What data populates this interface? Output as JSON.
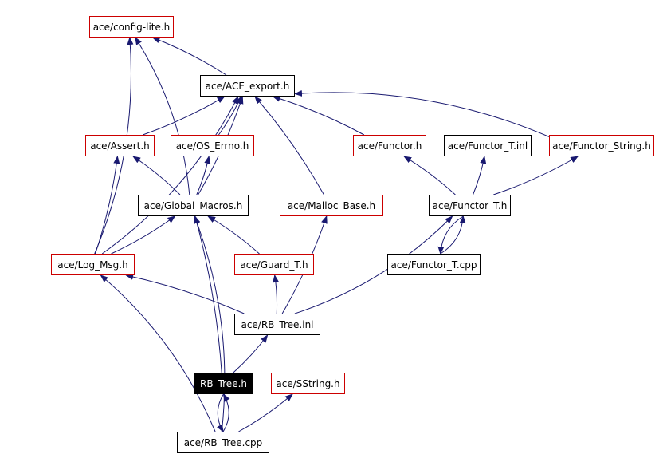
{
  "colors": {
    "edge": "#191970",
    "border_link": "#cc0000",
    "border_local": "#000000",
    "current_fill": "#000000",
    "current_text": "#ffffff"
  },
  "nodes": {
    "config_lite": {
      "label": "ace/config-lite.h",
      "border": "red"
    },
    "ace_export": {
      "label": "ace/ACE_export.h",
      "border": "black"
    },
    "assert": {
      "label": "ace/Assert.h",
      "border": "red"
    },
    "os_errno": {
      "label": "ace/OS_Errno.h",
      "border": "red"
    },
    "functor": {
      "label": "ace/Functor.h",
      "border": "red"
    },
    "functor_t_inl": {
      "label": "ace/Functor_T.inl",
      "border": "black"
    },
    "functor_string": {
      "label": "ace/Functor_String.h",
      "border": "red"
    },
    "global_macros": {
      "label": "ace/Global_Macros.h",
      "border": "black"
    },
    "malloc_base": {
      "label": "ace/Malloc_Base.h",
      "border": "red"
    },
    "functor_t_h": {
      "label": "ace/Functor_T.h",
      "border": "black"
    },
    "log_msg": {
      "label": "ace/Log_Msg.h",
      "border": "red"
    },
    "guard_t": {
      "label": "ace/Guard_T.h",
      "border": "red"
    },
    "functor_t_cpp": {
      "label": "ace/Functor_T.cpp",
      "border": "black"
    },
    "rb_tree_inl": {
      "label": "ace/RB_Tree.inl",
      "border": "black"
    },
    "rb_tree_h": {
      "label": "RB_Tree.h",
      "border": "current"
    },
    "sstring": {
      "label": "ace/SString.h",
      "border": "red"
    },
    "rb_tree_cpp": {
      "label": "ace/RB_Tree.cpp",
      "border": "black"
    }
  },
  "edges": [
    [
      "ace_export",
      "config_lite"
    ],
    [
      "global_macros",
      "config_lite"
    ],
    [
      "log_msg",
      "config_lite"
    ],
    [
      "assert",
      "ace_export"
    ],
    [
      "os_errno",
      "ace_export"
    ],
    [
      "global_macros",
      "ace_export"
    ],
    [
      "log_msg",
      "ace_export"
    ],
    [
      "malloc_base",
      "ace_export"
    ],
    [
      "functor",
      "ace_export"
    ],
    [
      "functor_string",
      "ace_export"
    ],
    [
      "global_macros",
      "assert"
    ],
    [
      "log_msg",
      "assert"
    ],
    [
      "global_macros",
      "os_errno"
    ],
    [
      "functor_t_h",
      "functor"
    ],
    [
      "functor_t_h",
      "functor_t_inl"
    ],
    [
      "functor_t_h",
      "functor_string"
    ],
    [
      "log_msg",
      "global_macros"
    ],
    [
      "guard_t",
      "global_macros"
    ],
    [
      "rb_tree_h",
      "global_macros"
    ],
    [
      "rb_tree_cpp",
      "global_macros"
    ],
    [
      "rb_tree_inl",
      "log_msg"
    ],
    [
      "rb_tree_cpp",
      "log_msg"
    ],
    [
      "rb_tree_inl",
      "guard_t"
    ],
    [
      "rb_tree_inl",
      "malloc_base"
    ],
    [
      "functor_t_cpp",
      "functor_t_h"
    ],
    [
      "functor_t_h",
      "functor_t_cpp"
    ],
    [
      "rb_tree_inl",
      "functor_t_h"
    ],
    [
      "rb_tree_h",
      "rb_tree_inl"
    ],
    [
      "rb_tree_cpp",
      "rb_tree_h"
    ],
    [
      "rb_tree_h",
      "rb_tree_cpp"
    ],
    [
      "rb_tree_cpp",
      "sstring"
    ]
  ]
}
